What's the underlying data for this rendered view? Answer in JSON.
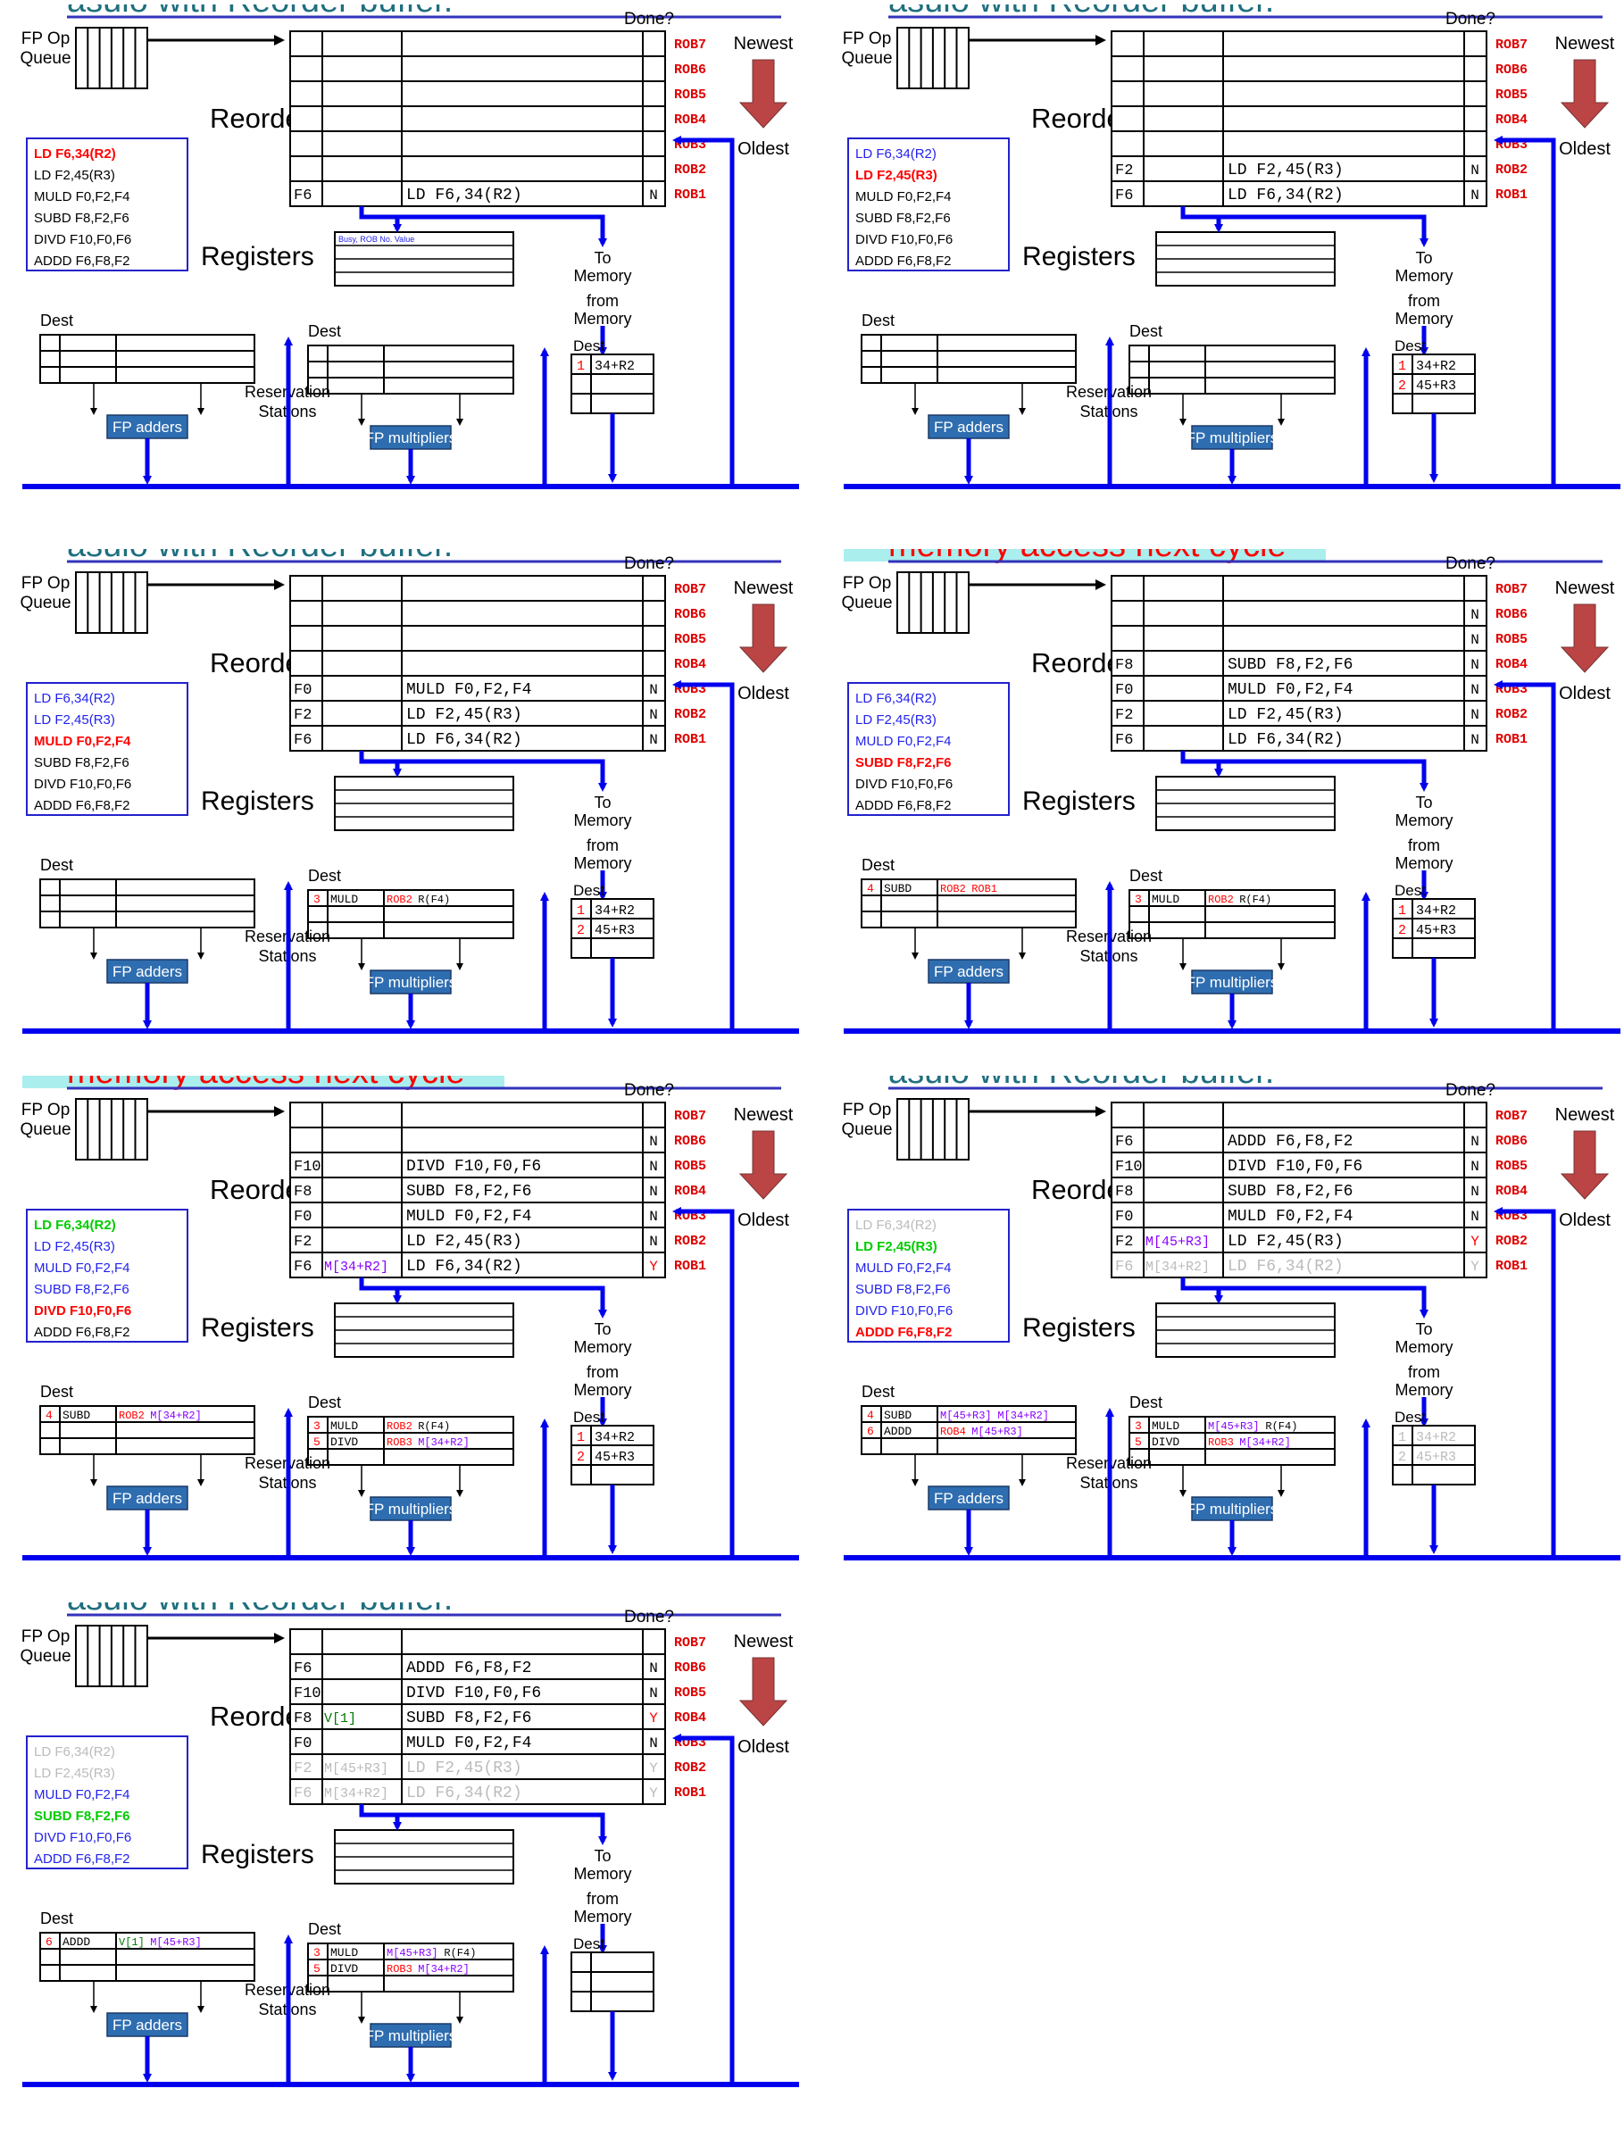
{
  "colors": {
    "rob_label": "#e00000",
    "arrow_blue": "#0000ee",
    "fu_fill": "#2e6db0",
    "fu_text": "#ffffff",
    "arrow_red": "#bb4444",
    "box_fill": "#aee8ff",
    "banner_fill": "#aaeeee",
    "instr_red": "#ff0000",
    "instr_blue": "#2222ee",
    "instr_green": "#00cc00",
    "instr_gray": "#bbbbbb",
    "purple": "#8800ff",
    "green_val": "#007700"
  },
  "labels": {
    "fp_op_queue_1": "FP Op",
    "fp_op_queue_2": "Queue",
    "reorder_buffer": "Reorder Buffer",
    "done": "Done?",
    "newest": "Newest",
    "oldest": "Oldest",
    "registers": "Registers",
    "to_memory_1": "To",
    "to_memory_2": "Memory",
    "from_memory_1": "from",
    "from_memory_2": "Memory",
    "dest": "Dest",
    "reservation_1": "Reservation",
    "reservation_2": "Stations",
    "fp_adders": "FP adders",
    "fp_multipliers": "FP multipliers",
    "reg_busy_header": "Busy, ROB No. Value",
    "rob_names": [
      "ROB7",
      "ROB6",
      "ROB5",
      "ROB4",
      "ROB3",
      "ROB2",
      "ROB1"
    ]
  },
  "panels": [
    {
      "title_top": "asuio with Reorder buffer.",
      "instructions": [
        {
          "t": "LD F6,34(R2)",
          "c": "red"
        },
        {
          "t": "LD F2,45(R3)",
          "c": "black"
        },
        {
          "t": "MULD F0,F2,F4",
          "c": "black"
        },
        {
          "t": "SUBD F8,F2,F6",
          "c": "black"
        },
        {
          "t": "DIVD F10,F0,F6",
          "c": "black"
        },
        {
          "t": "ADDD F6,F8,F2",
          "c": "black"
        }
      ],
      "rob": [
        {
          "dest": "F6",
          "val": "",
          "instr": "LD F6,34(R2)",
          "done": "N"
        }
      ],
      "mem": [
        {
          "n": "1",
          "t": "34+R2"
        }
      ],
      "adder_rs": [],
      "mult_rs": []
    },
    {
      "title_top": "asuio with Reorder buffer.",
      "instructions": [
        {
          "t": "LD F6,34(R2)",
          "c": "blue"
        },
        {
          "t": "LD F2,45(R3)",
          "c": "red"
        },
        {
          "t": "MULD F0,F2,F4",
          "c": "black"
        },
        {
          "t": "SUBD F8,F2,F6",
          "c": "black"
        },
        {
          "t": "DIVD F10,F0,F6",
          "c": "black"
        },
        {
          "t": "ADDD F6,F8,F2",
          "c": "black"
        }
      ],
      "rob": [
        {
          "dest": "F6",
          "val": "",
          "instr": "LD F6,34(R2)",
          "done": "N"
        },
        {
          "dest": "F2",
          "val": "",
          "instr": "LD F2,45(R3)",
          "done": "N"
        }
      ],
      "mem": [
        {
          "n": "1",
          "t": "34+R2"
        },
        {
          "n": "2",
          "t": "45+R3"
        }
      ],
      "adder_rs": [],
      "mult_rs": []
    },
    {
      "title_top": "asuio with Reorder buffer.",
      "instructions": [
        {
          "t": "LD F6,34(R2)",
          "c": "blue"
        },
        {
          "t": "LD F2,45(R3)",
          "c": "blue"
        },
        {
          "t": "MULD F0,F2,F4",
          "c": "red"
        },
        {
          "t": "SUBD F8,F2,F6",
          "c": "black"
        },
        {
          "t": "DIVD F10,F0,F6",
          "c": "black"
        },
        {
          "t": "ADDD F6,F8,F2",
          "c": "black"
        }
      ],
      "rob": [
        {
          "dest": "F6",
          "val": "",
          "instr": "LD F6,34(R2)",
          "done": "N"
        },
        {
          "dest": "F2",
          "val": "",
          "instr": "LD F2,45(R3)",
          "done": "N"
        },
        {
          "dest": "F0",
          "val": "",
          "instr": "MULD F0,F2,F4",
          "done": "N"
        }
      ],
      "mem": [
        {
          "n": "1",
          "t": "34+R2"
        },
        {
          "n": "2",
          "t": "45+R3"
        }
      ],
      "adder_rs": [],
      "mult_rs": [
        {
          "n": "3",
          "op": "MULD",
          "a": "ROB2",
          "b": "R(F4)"
        }
      ]
    },
    {
      "title_top": "memory access next cycle",
      "instructions": [
        {
          "t": "LD F6,34(R2)",
          "c": "blue"
        },
        {
          "t": "LD F2,45(R3)",
          "c": "blue"
        },
        {
          "t": "MULD F0,F2,F4",
          "c": "blue"
        },
        {
          "t": "SUBD F8,F2,F6",
          "c": "red"
        },
        {
          "t": "DIVD F10,F0,F6",
          "c": "black"
        },
        {
          "t": "ADDD F6,F8,F2",
          "c": "black"
        }
      ],
      "rob": [
        {
          "dest": "F6",
          "val": "",
          "instr": "LD F6,34(R2)",
          "done": "N"
        },
        {
          "dest": "F2",
          "val": "",
          "instr": "LD F2,45(R3)",
          "done": "N"
        },
        {
          "dest": "F0",
          "val": "",
          "instr": "MULD F0,F2,F4",
          "done": "N"
        },
        {
          "dest": "F8",
          "val": "",
          "instr": "SUBD F8,F2,F6",
          "done": "N"
        },
        {
          "dest": "",
          "val": "",
          "instr": "",
          "done": "N"
        },
        {
          "dest": "",
          "val": "",
          "instr": "",
          "done": "N"
        },
        {
          "dest": "",
          "val": "",
          "instr": "",
          "done": ""
        }
      ],
      "mem": [
        {
          "n": "1",
          "t": "34+R2"
        },
        {
          "n": "2",
          "t": "45+R3"
        }
      ],
      "adder_rs": [
        {
          "n": "4",
          "op": "SUBD",
          "a": "ROB2",
          "b": "ROB1"
        }
      ],
      "mult_rs": [
        {
          "n": "3",
          "op": "MULD",
          "a": "ROB2",
          "b": "R(F4)"
        }
      ]
    },
    {
      "title_top": "memory access next cycle",
      "instructions": [
        {
          "t": "LD F6,34(R2)",
          "c": "green"
        },
        {
          "t": "LD F2,45(R3)",
          "c": "blue"
        },
        {
          "t": "MULD F0,F2,F4",
          "c": "blue"
        },
        {
          "t": "SUBD F8,F2,F6",
          "c": "blue"
        },
        {
          "t": "DIVD F10,F0,F6",
          "c": "red"
        },
        {
          "t": "ADDD F6,F8,F2",
          "c": "black"
        }
      ],
      "rob": [
        {
          "dest": "F6",
          "val": "M[34+R2]",
          "instr": "LD F6,34(R2)",
          "done": "Y"
        },
        {
          "dest": "F2",
          "val": "",
          "instr": "LD F2,45(R3)",
          "done": "N"
        },
        {
          "dest": "F0",
          "val": "",
          "instr": "MULD F0,F2,F4",
          "done": "N"
        },
        {
          "dest": "F8",
          "val": "",
          "instr": "SUBD F8,F2,F6",
          "done": "N"
        },
        {
          "dest": "F10",
          "val": "",
          "instr": "DIVD F10,F0,F6",
          "done": "N"
        },
        {
          "dest": "",
          "val": "",
          "instr": "",
          "done": "N"
        },
        {
          "dest": "",
          "val": "",
          "instr": "",
          "done": ""
        }
      ],
      "mem": [
        {
          "n": "1",
          "t": "34+R2"
        },
        {
          "n": "2",
          "t": "45+R3"
        }
      ],
      "adder_rs": [
        {
          "n": "4",
          "op": "SUBD",
          "a": "ROB2",
          "b": "M[34+R2]"
        }
      ],
      "mult_rs": [
        {
          "n": "3",
          "op": "MULD",
          "a": "ROB2",
          "b": "R(F4)"
        },
        {
          "n": "5",
          "op": "DIVD",
          "a": "ROB3",
          "b": "M[34+R2]"
        }
      ]
    },
    {
      "title_top": "asuio with Reorder buffer.",
      "instructions": [
        {
          "t": "LD F6,34(R2)",
          "c": "gray"
        },
        {
          "t": "LD F2,45(R3)",
          "c": "green"
        },
        {
          "t": "MULD F0,F2,F4",
          "c": "blue"
        },
        {
          "t": "SUBD F8,F2,F6",
          "c": "blue"
        },
        {
          "t": "DIVD F10,F0,F6",
          "c": "blue"
        },
        {
          "t": "ADDD F6,F8,F2",
          "c": "red"
        }
      ],
      "rob": [
        {
          "dest": "F6",
          "val": "M[34+R2]",
          "instr": "LD F6,34(R2)",
          "done": "Y",
          "gray": true
        },
        {
          "dest": "F2",
          "val": "M[45+R3]",
          "instr": "LD F2,45(R3)",
          "done": "Y"
        },
        {
          "dest": "F0",
          "val": "",
          "instr": "MULD F0,F2,F4",
          "done": "N"
        },
        {
          "dest": "F8",
          "val": "",
          "instr": "SUBD F8,F2,F6",
          "done": "N"
        },
        {
          "dest": "F10",
          "val": "",
          "instr": "DIVD F10,F0,F6",
          "done": "N"
        },
        {
          "dest": "F6",
          "val": "",
          "instr": "ADDD F6,F8,F2",
          "done": "N"
        }
      ],
      "mem": [
        {
          "n": "1",
          "t": "34+R2",
          "gray": true
        },
        {
          "n": "2",
          "t": "45+R3",
          "gray": true
        }
      ],
      "adder_rs": [
        {
          "n": "4",
          "op": "SUBD",
          "a": "M[45+R3]",
          "b": "M[34+R2]"
        },
        {
          "n": "6",
          "op": "ADDD",
          "a": "ROB4",
          "b": "M[45+R3]"
        }
      ],
      "mult_rs": [
        {
          "n": "3",
          "op": "MULD",
          "a": "M[45+R3]",
          "b": "R(F4)"
        },
        {
          "n": "5",
          "op": "DIVD",
          "a": "ROB3",
          "b": "M[34+R2]"
        }
      ]
    },
    {
      "title_top": "asuio with Reorder buffer.",
      "instructions": [
        {
          "t": "LD F6,34(R2)",
          "c": "gray"
        },
        {
          "t": "LD F2,45(R3)",
          "c": "gray"
        },
        {
          "t": "MULD F0,F2,F4",
          "c": "blue"
        },
        {
          "t": "SUBD F8,F2,F6",
          "c": "green"
        },
        {
          "t": "DIVD F10,F0,F6",
          "c": "blue"
        },
        {
          "t": "ADDD F6,F8,F2",
          "c": "blue"
        }
      ],
      "rob": [
        {
          "dest": "F6",
          "val": "M[34+R2]",
          "instr": "LD F6,34(R2)",
          "done": "Y",
          "gray": true
        },
        {
          "dest": "F2",
          "val": "M[45+R3]",
          "instr": "LD F2,45(R3)",
          "done": "Y",
          "gray": true
        },
        {
          "dest": "F0",
          "val": "",
          "instr": "MULD F0,F2,F4",
          "done": "N"
        },
        {
          "dest": "F8",
          "val": "V[1]",
          "instr": "SUBD F8,F2,F6",
          "done": "Y"
        },
        {
          "dest": "F10",
          "val": "",
          "instr": "DIVD F10,F0,F6",
          "done": "N"
        },
        {
          "dest": "F6",
          "val": "",
          "instr": "ADDD F6,F8,F2",
          "done": "N"
        }
      ],
      "mem": [],
      "adder_rs": [
        {
          "n": "6",
          "op": "ADDD",
          "a": "V[1]",
          "b": "M[45+R3]"
        }
      ],
      "mult_rs": [
        {
          "n": "3",
          "op": "MULD",
          "a": "M[45+R3]",
          "b": "R(F4)"
        },
        {
          "n": "5",
          "op": "DIVD",
          "a": "ROB3",
          "b": "M[34+R2]"
        }
      ]
    }
  ]
}
